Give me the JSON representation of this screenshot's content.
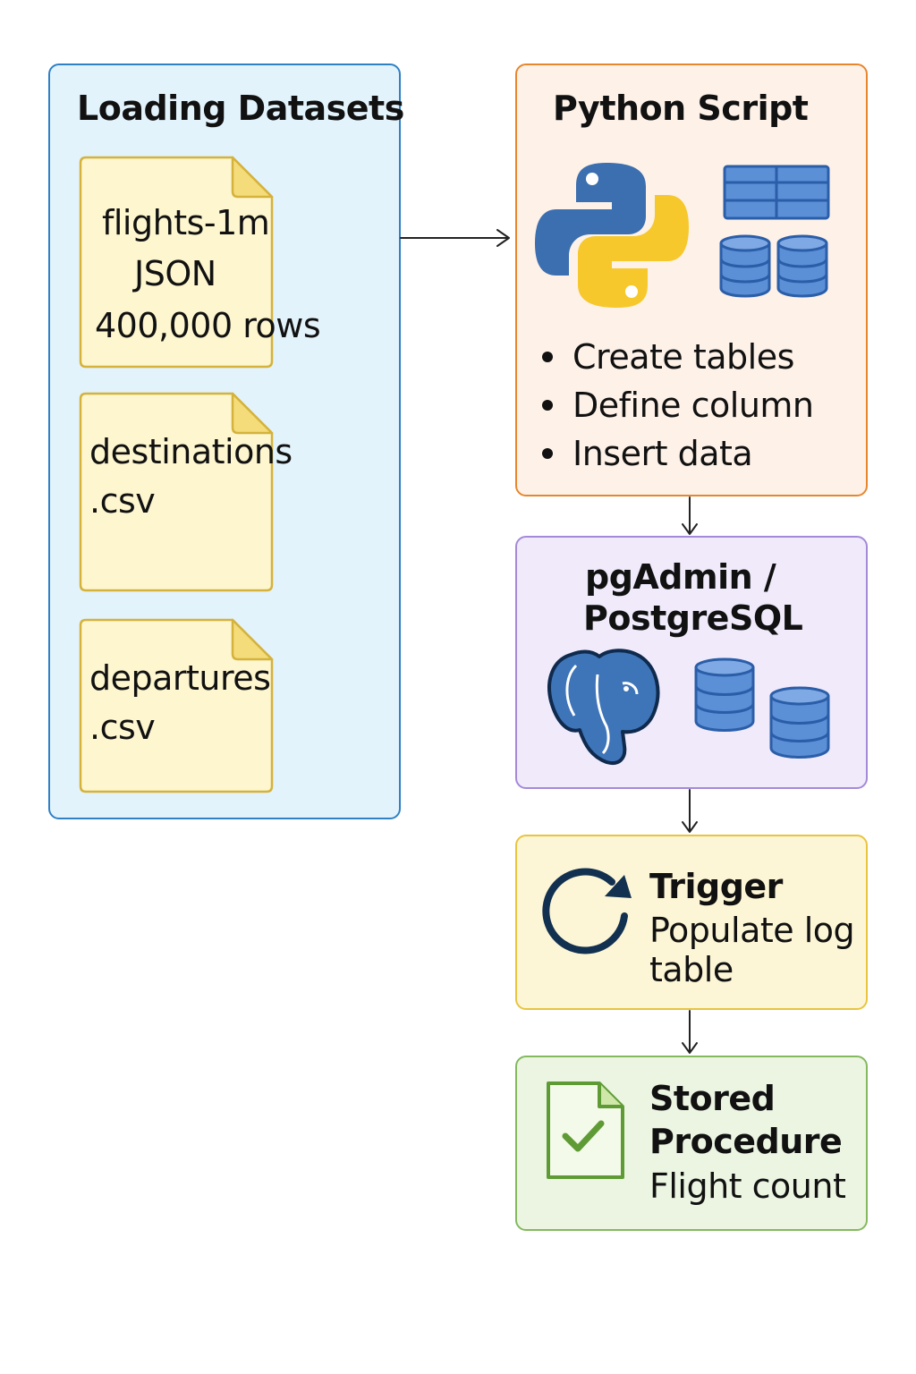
{
  "loading": {
    "title": "Loading Datasets",
    "files": [
      {
        "lines": [
          "flights-1m",
          "JSON",
          "400,000 rows"
        ]
      },
      {
        "lines": [
          "destinations",
          ".csv"
        ]
      },
      {
        "lines": [
          "departures",
          ".csv"
        ]
      }
    ]
  },
  "python": {
    "title": "Python Script",
    "bullets": [
      "Create tables",
      "Define column",
      "Insert data"
    ]
  },
  "postgres": {
    "title_line1": "pgAdmin /",
    "title_line2": "PostgreSQL"
  },
  "trigger": {
    "title": "Trigger",
    "desc_line1": "Populate log",
    "desc_line2": "table"
  },
  "stored_procedure": {
    "title_line1": "Stored",
    "title_line2": "Procedure",
    "desc": "Flight count"
  },
  "colors": {
    "load_border": "#2f80c4",
    "python_border": "#e8862e",
    "postgres_border": "#a48ad8",
    "trigger_border": "#e9c43f",
    "sp_border": "#84b95f",
    "db_blue": "#5b8fd6"
  }
}
